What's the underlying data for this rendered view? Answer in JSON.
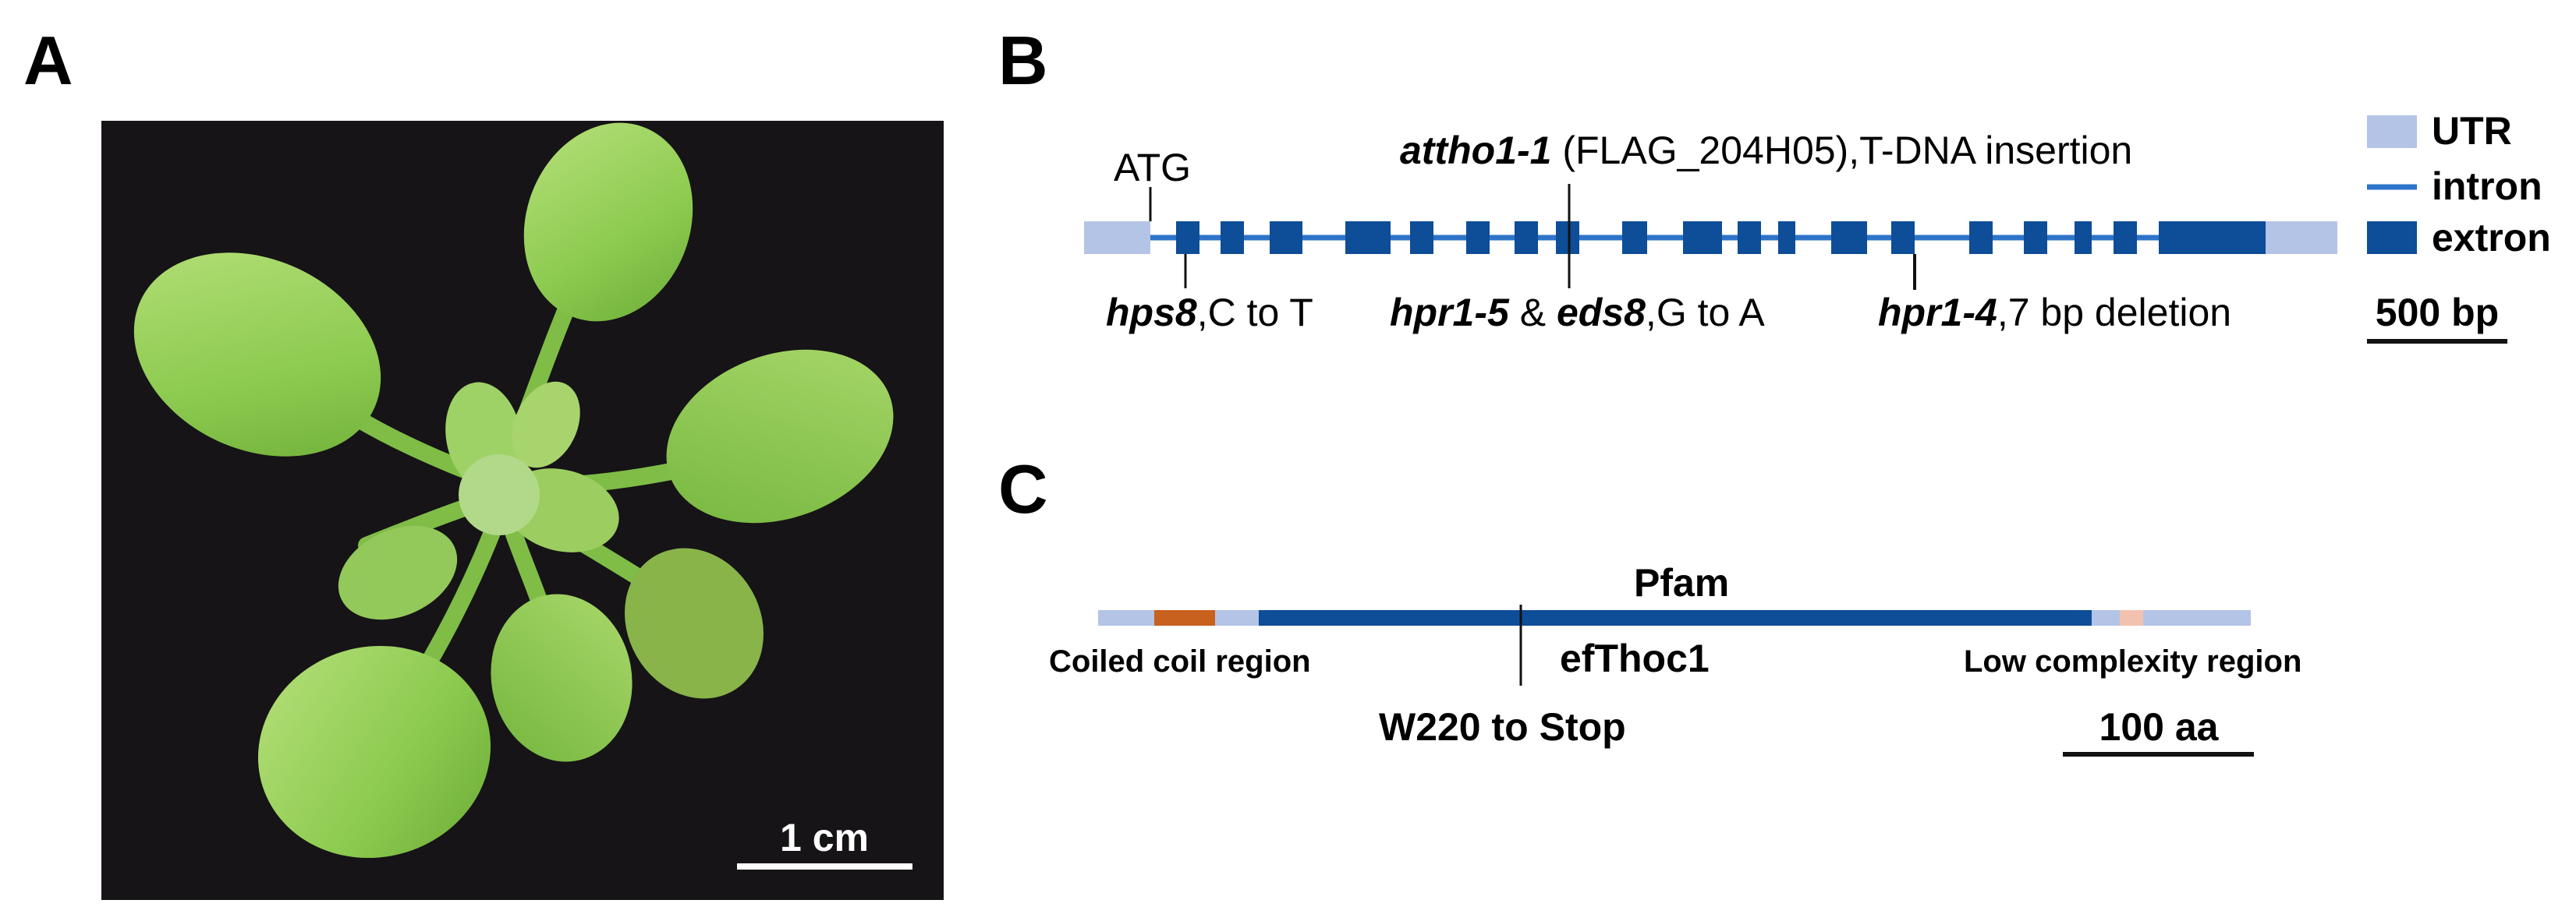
{
  "panels": {
    "a": "A",
    "b": "B",
    "c": "C"
  },
  "panel_a": {
    "photo": "rosette-photo",
    "scale_bar": "1 cm"
  },
  "panel_b": {
    "legend": {
      "utr": "UTR",
      "intron": "intron",
      "exon": "extron"
    },
    "atg": "ATG",
    "insertion": {
      "allele": "attho1-1",
      "detail": " (FLAG_204H05),T-DNA insertion"
    },
    "mut1": {
      "allele": "hps8",
      "detail": ",C to T"
    },
    "mut2": {
      "allele1": "hpr1-5",
      "sep": " & ",
      "allele2": "eds8",
      "detail": ",G to A"
    },
    "mut3": {
      "allele": "hpr1-4",
      "detail": ",7 bp deletion"
    },
    "scale_bar": "500 bp",
    "colors": {
      "utr": "#b4c4e6",
      "exon": "#0e4d97",
      "intron": "#2d74c9"
    }
  },
  "panel_c": {
    "pfam": "Pfam",
    "domain": "efThoc1",
    "coiled_coil": "Coiled coil region",
    "low_complexity": "Low complexity region",
    "mutation": "W220 to Stop",
    "scale_bar": "100 aa",
    "colors": {
      "base": "#b4c4e6",
      "coiled": "#c8601e",
      "pfam": "#0e4d97",
      "lowcomplex": "#f3c2ae"
    }
  }
}
